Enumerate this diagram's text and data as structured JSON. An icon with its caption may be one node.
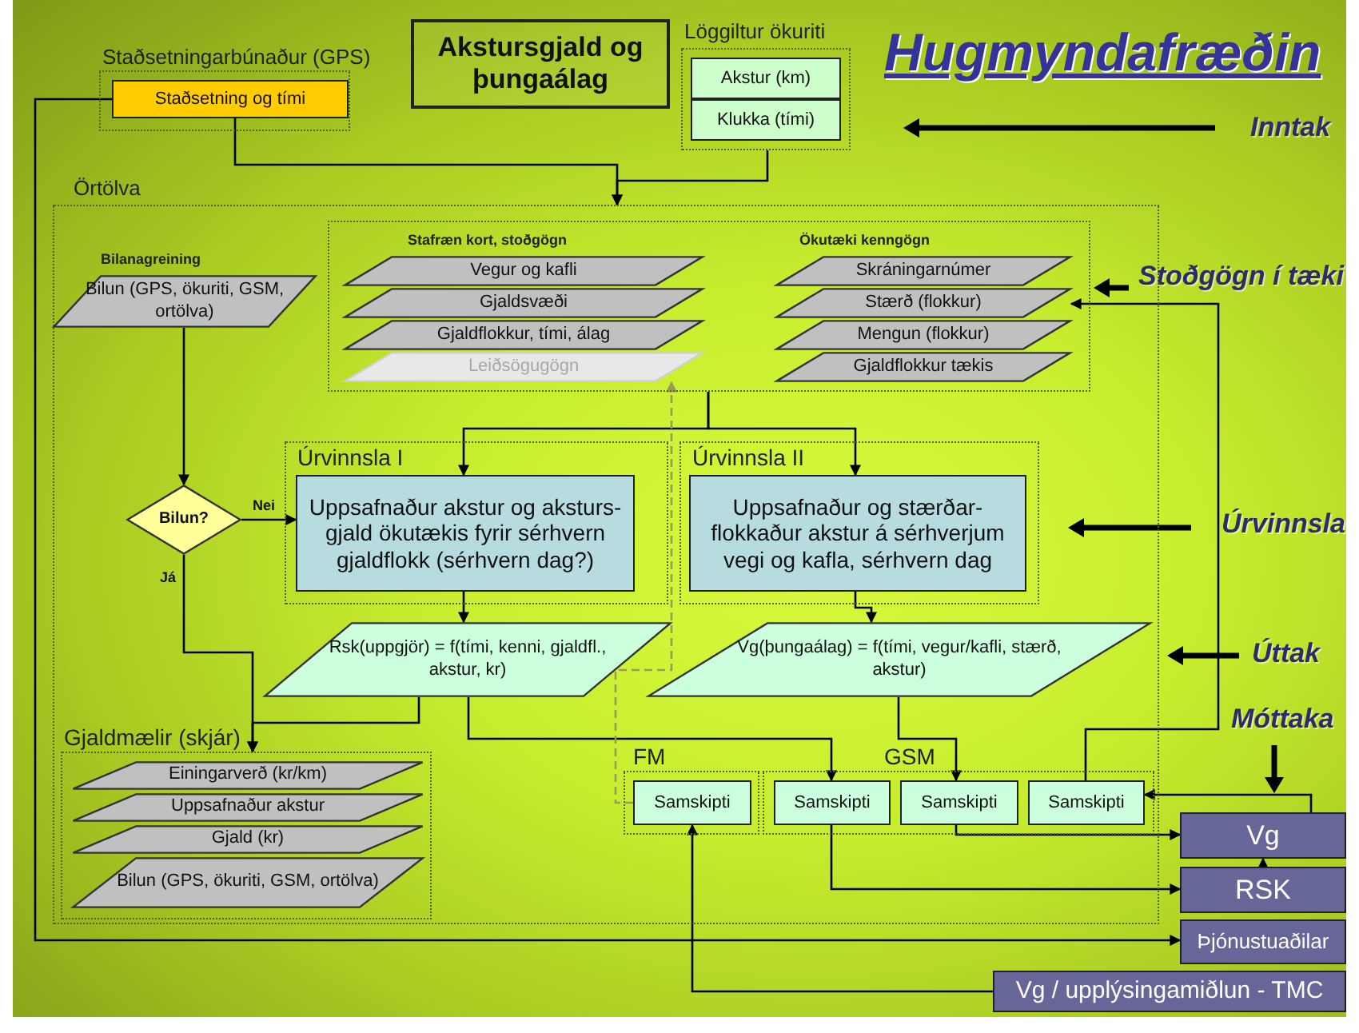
{
  "diagram": {
    "title": "Hugmyndafræðin",
    "nodes": [
      {
        "text": [
          "Staðsetningarbúnaður (GPS)"
        ]
      },
      {
        "text": [
          "Staðsetning og tími"
        ],
        "in": 0
      },
      {
        "text": [
          "Akstursgjald og þungaálag"
        ]
      },
      {
        "text": [
          "Löggiltur ökuriti"
        ]
      },
      {
        "text": [
          "Akstur (km)"
        ],
        "in": 3
      },
      {
        "text": [
          "Klukka (tími)"
        ],
        "in": 3
      },
      {
        "text": [
          "Örtölva"
        ]
      },
      {
        "text": [
          "Stafræn kort, stoðgögn",
          "Ökutæki kenngögn"
        ],
        "in": 6
      },
      {
        "text": [
          "Vegur og kafli"
        ],
        "in": 7
      },
      {
        "text": [
          "Gjaldsvæði"
        ],
        "in": 7
      },
      {
        "text": [
          "Gjaldflokkur, tími, álag"
        ],
        "in": 7
      },
      {
        "text": [
          "Leiðsögugögn"
        ],
        "in": 7
      },
      {
        "text": [
          "Skráningarnúmer"
        ],
        "in": 7
      },
      {
        "text": [
          "Stærð (flokkur)"
        ],
        "in": 7
      },
      {
        "text": [
          "Mengun (flokkur)"
        ],
        "in": 7
      },
      {
        "text": [
          "Gjaldflokkur tækis"
        ],
        "in": 7
      },
      {
        "text": [
          "Bilanagreining",
          "Bilun (GPS, ökuriti, GSM, ortölva)"
        ],
        "in": 6
      },
      {
        "text": [
          "Bilun?"
        ],
        "in": 6
      },
      {
        "text": [
          "Úrvinnsla I"
        ],
        "in": 6
      },
      {
        "text": [
          "Uppsafnaður akstur og aksturs-gjald ökutækis fyrir sérhvern gjaldflokk (sérhvern dag?)"
        ],
        "in": 18
      },
      {
        "text": [
          "Úrvinnsla II"
        ],
        "in": 6
      },
      {
        "text": [
          "Uppsafnaður og stærðar-flokkaður akstur á sérhverjum vegi og kafla, sérhvern dag"
        ],
        "in": 20
      },
      {
        "text": [
          "Rsk(uppgjör) = f(tími, kenni, gjaldfl., akstur, kr)"
        ],
        "in": 6
      },
      {
        "text": [
          "Vg(þungaálag) = f(tími, vegur/kafli, stærð, akstur)"
        ],
        "in": 6
      },
      {
        "text": [
          "Gjaldmælir (skjár)"
        ],
        "in": 6
      },
      {
        "text": [
          "Einingarverð (kr/km)"
        ],
        "in": 24
      },
      {
        "text": [
          "Uppsafnaður akstur"
        ],
        "in": 24
      },
      {
        "text": [
          "Gjald (kr)"
        ],
        "in": 24
      },
      {
        "text": [
          "Bilun (GPS, ökuriti, GSM, ortölva)"
        ],
        "in": 24
      },
      {
        "text": [
          "FM"
        ],
        "in": 6
      },
      {
        "text": [
          "Samskipti"
        ],
        "in": 29
      },
      {
        "text": [
          "GSM"
        ],
        "in": 6
      },
      {
        "text": [
          "Samskipti"
        ],
        "in": 31
      },
      {
        "text": [
          "Samskipti"
        ],
        "in": 31
      },
      {
        "text": [
          "Samskipti"
        ],
        "in": 31
      },
      {
        "text": [
          "Vg"
        ]
      },
      {
        "text": [
          "RSK"
        ]
      },
      {
        "text": [
          "Þjónustuaðilar"
        ]
      },
      {
        "text": [
          "Vg / upplýsingamiðlun - TMC"
        ]
      }
    ],
    "edges": [
      {
        "from": 1,
        "to": 6,
        "arrow": "to"
      },
      {
        "from": 3,
        "to": 6,
        "arrow": "to"
      },
      {
        "from": 1,
        "to": 37,
        "arrow": "to"
      },
      {
        "from": 16,
        "to": 17,
        "arrow": "to"
      },
      {
        "from": 17,
        "to": 19,
        "arrow": "to",
        "label": "Nei"
      },
      {
        "from": 17,
        "to": 24,
        "arrow": "to",
        "label": "Já"
      },
      {
        "from": 7,
        "to": 19,
        "arrow": "to"
      },
      {
        "from": 7,
        "to": 21,
        "arrow": "to"
      },
      {
        "from": 19,
        "to": 22,
        "arrow": "to"
      },
      {
        "from": 21,
        "to": 23,
        "arrow": "to"
      },
      {
        "from": 22,
        "to": 24,
        "arrow": "to"
      },
      {
        "from": 22,
        "to": 32,
        "arrow": "to"
      },
      {
        "from": 23,
        "to": 33,
        "arrow": "to"
      },
      {
        "from": 34,
        "to": 13,
        "arrow": "to"
      },
      {
        "from": 35,
        "to": 34,
        "arrow": "to"
      },
      {
        "from": 33,
        "to": 35,
        "arrow": "to"
      },
      {
        "from": 32,
        "to": 36,
        "arrow": "to"
      },
      {
        "from": 38,
        "to": 30,
        "arrow": "to"
      },
      {
        "from": 30,
        "to": 11,
        "arrow": "to",
        "style": "dashed",
        "color": "#9a9a5a"
      },
      {
        "from": 36,
        "to": 35,
        "arrow": "to"
      }
    ],
    "labels": [
      "Inntak",
      "Stoðgögn í tæki",
      "Úrvinnsla",
      "Úttak",
      "Móttaka"
    ]
  }
}
